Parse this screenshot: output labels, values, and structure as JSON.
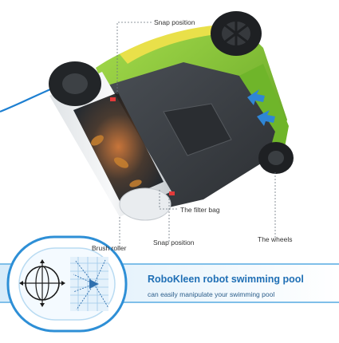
{
  "callouts": {
    "snap_top": "Snap position",
    "filter_bag": "The filter bag",
    "brush_roller": "Brush roller",
    "snap_bottom": "Snap position",
    "wheels": "The wheels"
  },
  "banner": {
    "title": "RoboKleen robot swimming pool",
    "subtitle": "can easily manipulate your swimming pool"
  },
  "colors": {
    "body_green": "#7cc230",
    "body_dark": "#3b3f44",
    "accent_yellow": "#e9e04a",
    "hose_blue": "#1d7fd1",
    "banner_blue": "#2e8fd6",
    "arrow_blue": "#2f86d6"
  },
  "icons": [
    "navigation-compass-icon",
    "cleaning-path-icon",
    "water-flow-arrow-icon"
  ]
}
